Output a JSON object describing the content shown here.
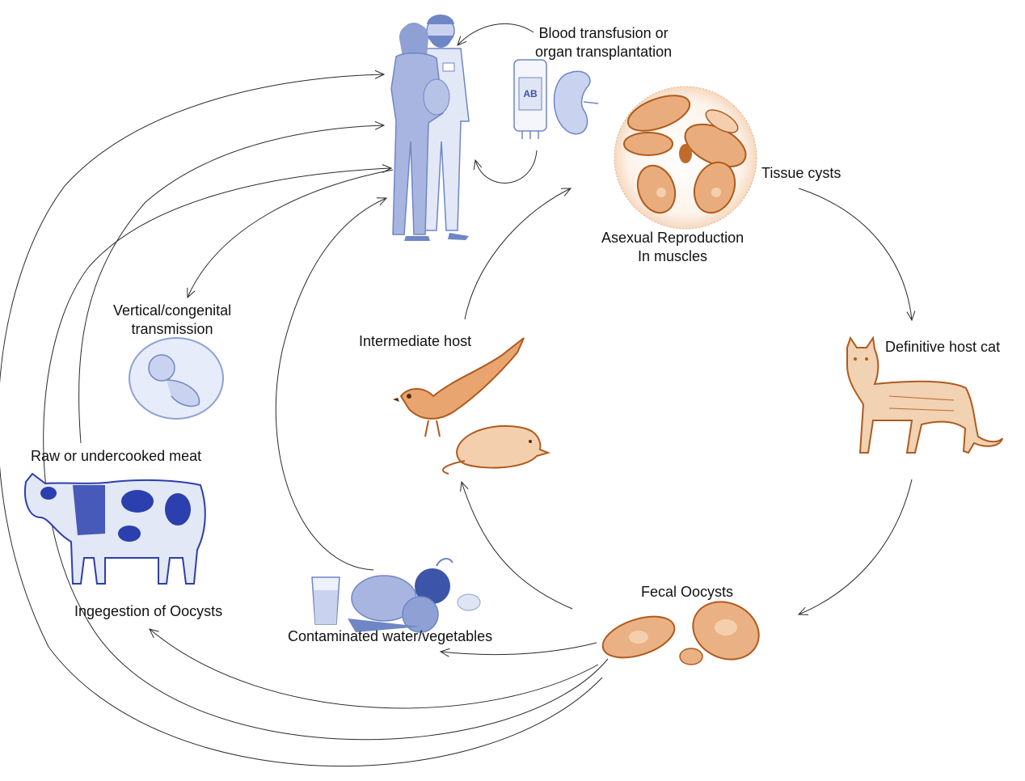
{
  "colors": {
    "human_blue": "#6f86c6",
    "human_blue_light": "#c9d3ef",
    "cow_blue": "#2b3fae",
    "parasite_orange": "#c06a2b",
    "parasite_light": "#f3cfae",
    "arrow": "#2a2a2a"
  },
  "labels": {
    "blood_line1": "Blood transfusion or",
    "blood_line2": "organ transplantation",
    "tissue_cysts": "Tissue cysts",
    "asexual_line1": "Asexual Reproduction",
    "asexual_line2": "In muscles",
    "definitive_host": "Definitive host cat",
    "intermediate_host": "Intermediate  host",
    "vertical_line1": "Vertical/congenital",
    "vertical_line2": "transmission",
    "raw_meat": "Raw or undercooked meat",
    "ingestion": "Ingegestion of Oocysts",
    "contaminated": "Contaminated water/vegetables",
    "fecal_oocysts": "Fecal Oocysts"
  },
  "icons": {
    "humans": "human-couple-icon",
    "blood_bag": "blood-bag-icon",
    "kidney": "kidney-icon",
    "cysts": "tissue-cyst-icon",
    "cat": "cat-icon",
    "bird": "bird-icon",
    "rat": "rat-icon",
    "fetus": "fetus-icon",
    "cow": "cow-icon",
    "vegetables": "vegetables-icon",
    "water": "water-glass-icon",
    "oocysts": "oocyst-icon"
  },
  "blood_bag_text": "AB"
}
